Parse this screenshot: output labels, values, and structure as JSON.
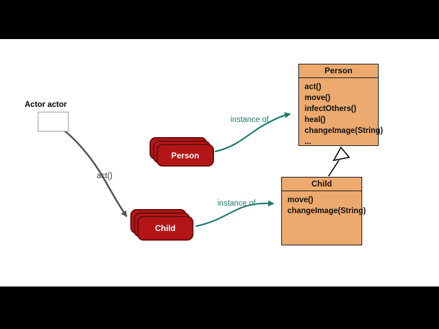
{
  "scene": "uml-instance-diagram-video-frame",
  "colors": {
    "letterbox": "#000000",
    "canvas": "#ffffff",
    "class_box_fill": "#ecaa6e",
    "class_box_border": "#1a1a1a",
    "instance_card_fill": "#b41617",
    "instance_card_border": "#6e0e0e",
    "instance_card_text": "#ffffff",
    "teal": "#1b7b6c",
    "gray": "#555555"
  },
  "actor": {
    "label": "Actor actor",
    "call_label": "act()"
  },
  "stacks": {
    "person": {
      "label": "Person"
    },
    "child": {
      "label": "Child"
    }
  },
  "relations": {
    "person_instance_of": "instance of",
    "child_instance_of": "instance of"
  },
  "classes": {
    "person": {
      "title": "Person",
      "methods": [
        "act()",
        "move()",
        "infectOthers()",
        "heal()",
        "changeImage(String)",
        "..."
      ]
    },
    "child": {
      "title": "Child",
      "methods": [
        "move()",
        "changeImage(String)"
      ]
    }
  }
}
